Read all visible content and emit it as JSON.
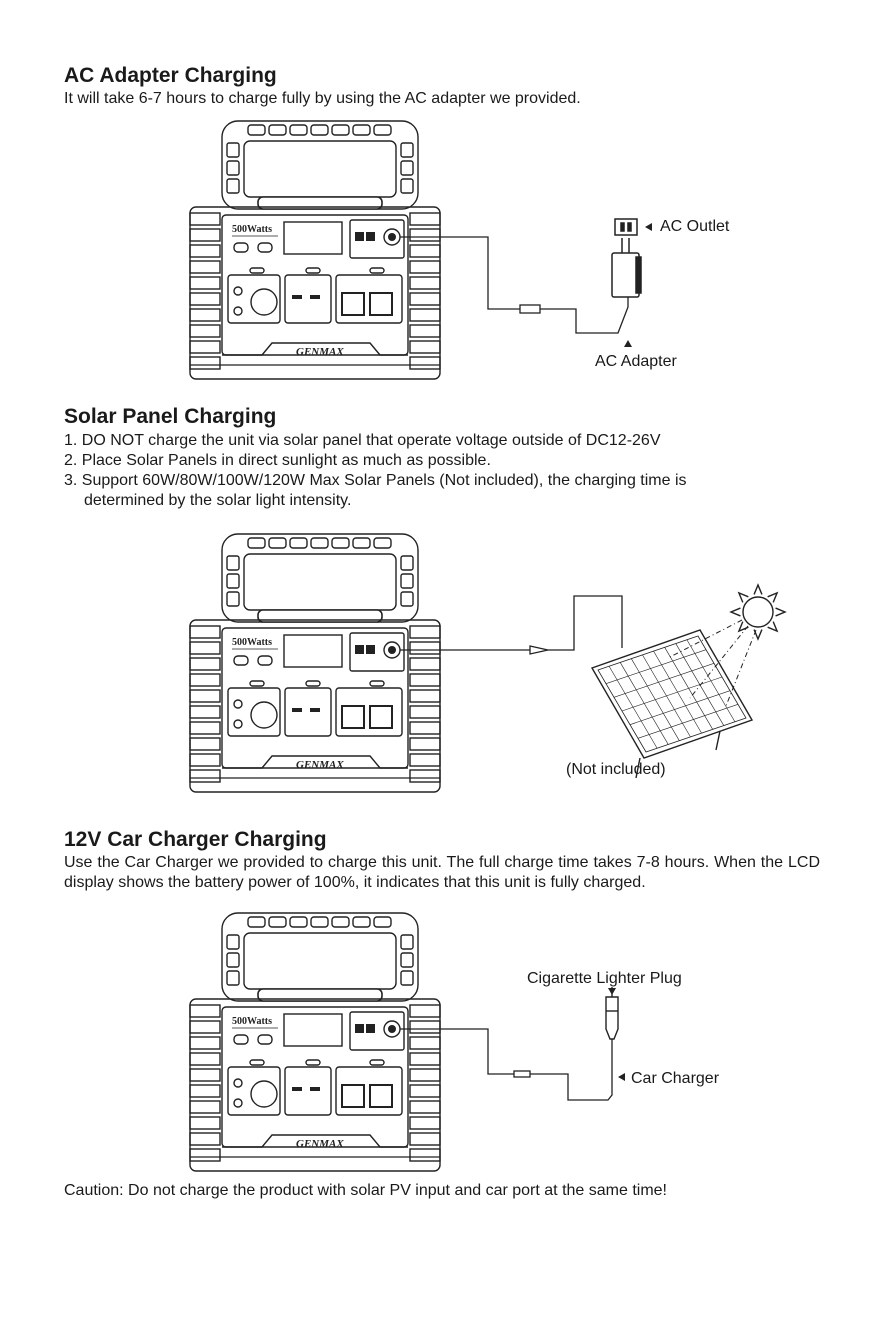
{
  "ac": {
    "title": "AC Adapter Charging",
    "text": "It will take 6-7 hours to charge fully by using the AC adapter we provided.",
    "label_outlet": "AC Outlet",
    "label_adapter": "AC Adapter"
  },
  "solar": {
    "title": "Solar Panel Charging",
    "items": [
      "1. DO NOT charge the unit via solar panel  that operate voltage outside of  DC12-26V",
      "2. Place Solar Panels in direct sunlight as much as possible.",
      "3. Support 60W/80W/100W/120W Max Solar Panels (Not included), the charging time is",
      "determined by the solar light intensity."
    ],
    "label_not_included": "(Not included)"
  },
  "car": {
    "title": "12V Car Charger Charging",
    "text": "Use the Car Charger we provided to charge this unit. The full charge time takes 7-8 hours. When the LCD display shows the battery power of 100%, it indicates that this unit is fully charged.",
    "label_plug": "Cigarette Lighter Plug",
    "label_charger": "Car Charger"
  },
  "device": {
    "brand": "GENMAX",
    "model": "500Watts"
  },
  "caution": "Caution: Do not charge the product with solar PV input and car port at the same time!"
}
